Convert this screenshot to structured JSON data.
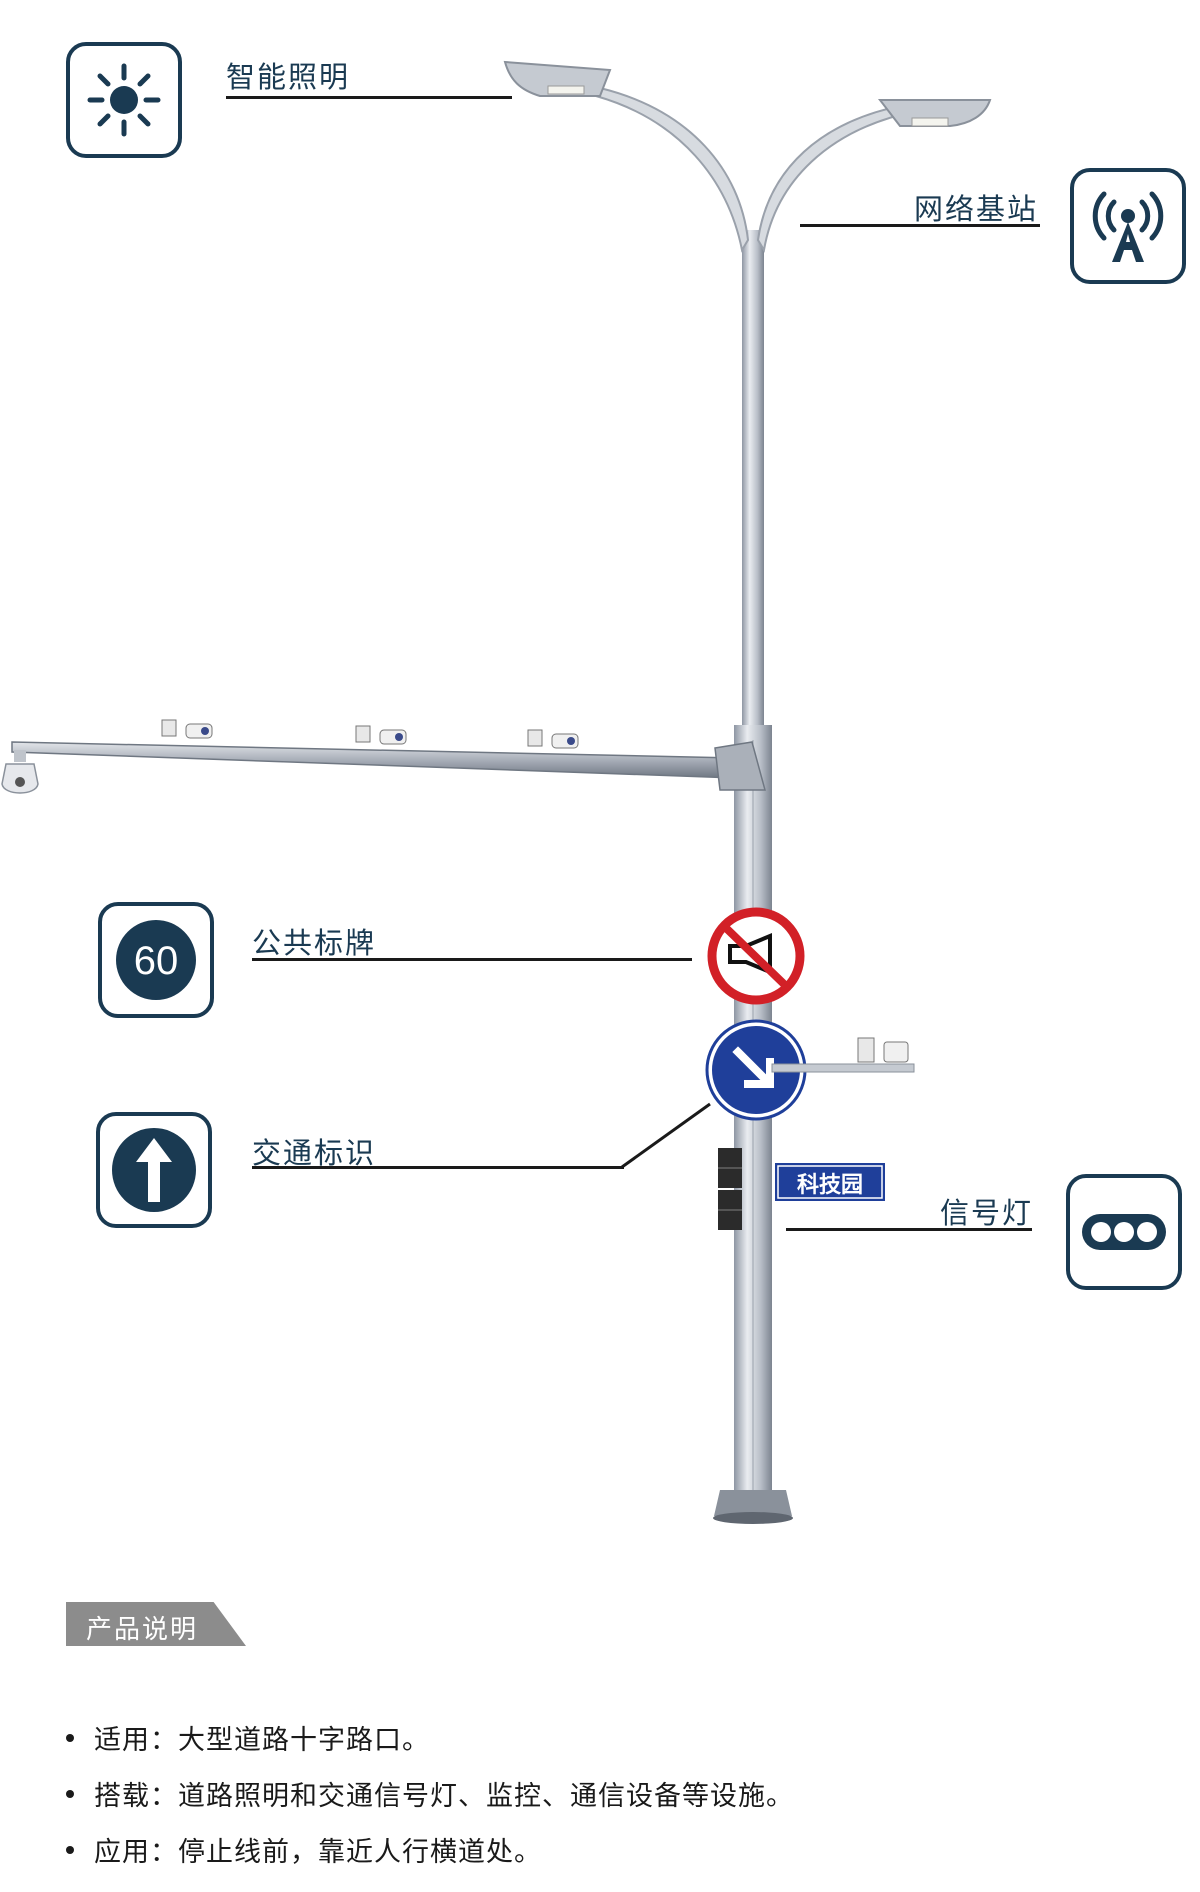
{
  "features": {
    "lighting": {
      "label": "智能照明",
      "icon": "sun-icon"
    },
    "base_station": {
      "label": "网络基站",
      "icon": "antenna-tower-icon"
    },
    "public_sign": {
      "label": "公共标牌",
      "icon": "speed-limit-icon",
      "icon_text": "60"
    },
    "traffic_sign": {
      "label": "交通标识",
      "icon": "arrow-up-icon"
    },
    "signal_light": {
      "label": "信号灯",
      "icon": "traffic-light-icon"
    }
  },
  "pole": {
    "street_sign_text": "科技园",
    "colors": {
      "pole": "#c9ced6",
      "sign_blue": "#1f3f9a",
      "prohibit_red": "#d22027",
      "icon_navy": "#1a3a52"
    }
  },
  "description": {
    "title": "产品说明",
    "items": [
      {
        "label": "适用",
        "text": "：大型道路十字路口。"
      },
      {
        "label": "搭载",
        "text": "：道路照明和交通信号灯、监控、通信设备等设施。"
      },
      {
        "label": "应用",
        "text": "：停止线前，靠近人行横道处。"
      }
    ]
  }
}
